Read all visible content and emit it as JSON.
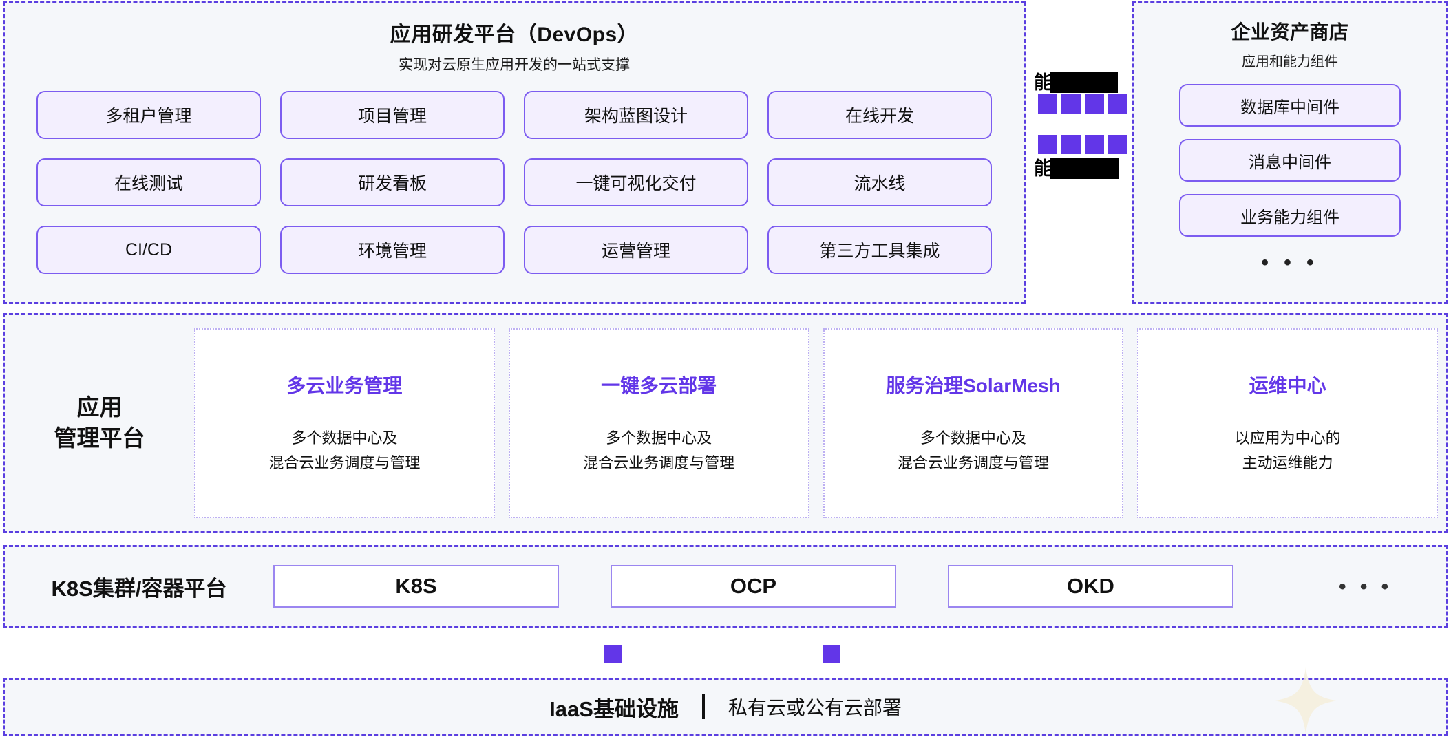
{
  "devops": {
    "title": "应用研发平台（DevOps）",
    "subtitle": "实现对云原生应用开发的一站式支撑",
    "chips": [
      "多租户管理",
      "项目管理",
      "架构蓝图设计",
      "在线开发",
      "在线测试",
      "研发看板",
      "一键可视化交付",
      "流水线",
      "CI/CD",
      "环境管理",
      "运营管理",
      "第三方工具集成"
    ]
  },
  "connector": {
    "redacted_label_top": "能",
    "redacted_label_bottom": "能",
    "squares_per_row": 4,
    "rows": 2
  },
  "assets": {
    "title": "企业资产商店",
    "subtitle": "应用和能力组件",
    "items": [
      "数据库中间件",
      "消息中间件",
      "业务能力组件"
    ],
    "more": "• • •"
  },
  "mgmt": {
    "label_line1": "应用",
    "label_line2": "管理平台",
    "cards": [
      {
        "title": "多云业务管理",
        "desc_line1": "多个数据中心及",
        "desc_line2": "混合云业务调度与管理"
      },
      {
        "title": "一键多云部署",
        "desc_line1": "多个数据中心及",
        "desc_line2": "混合云业务调度与管理"
      },
      {
        "title": "服务治理SolarMesh",
        "desc_line1": "多个数据中心及",
        "desc_line2": "混合云业务调度与管理"
      },
      {
        "title": "运维中心",
        "desc_line1": "以应用为中心的",
        "desc_line2": "主动运维能力"
      }
    ]
  },
  "k8s": {
    "label": "K8S集群/容器平台",
    "boxes": [
      "K8S",
      "OCP",
      "OKD"
    ],
    "more": "• • •"
  },
  "iaas": {
    "title": "IaaS基础设施",
    "detail": "私有云或公有云部署"
  },
  "colors": {
    "accent": "#6236E8",
    "chip_border": "#7C5CF0",
    "chip_fill": "#F3EFFE",
    "section_bg": "#F5F7FA",
    "dashed_border": "#5B3FE0",
    "redaction": "#000000"
  }
}
